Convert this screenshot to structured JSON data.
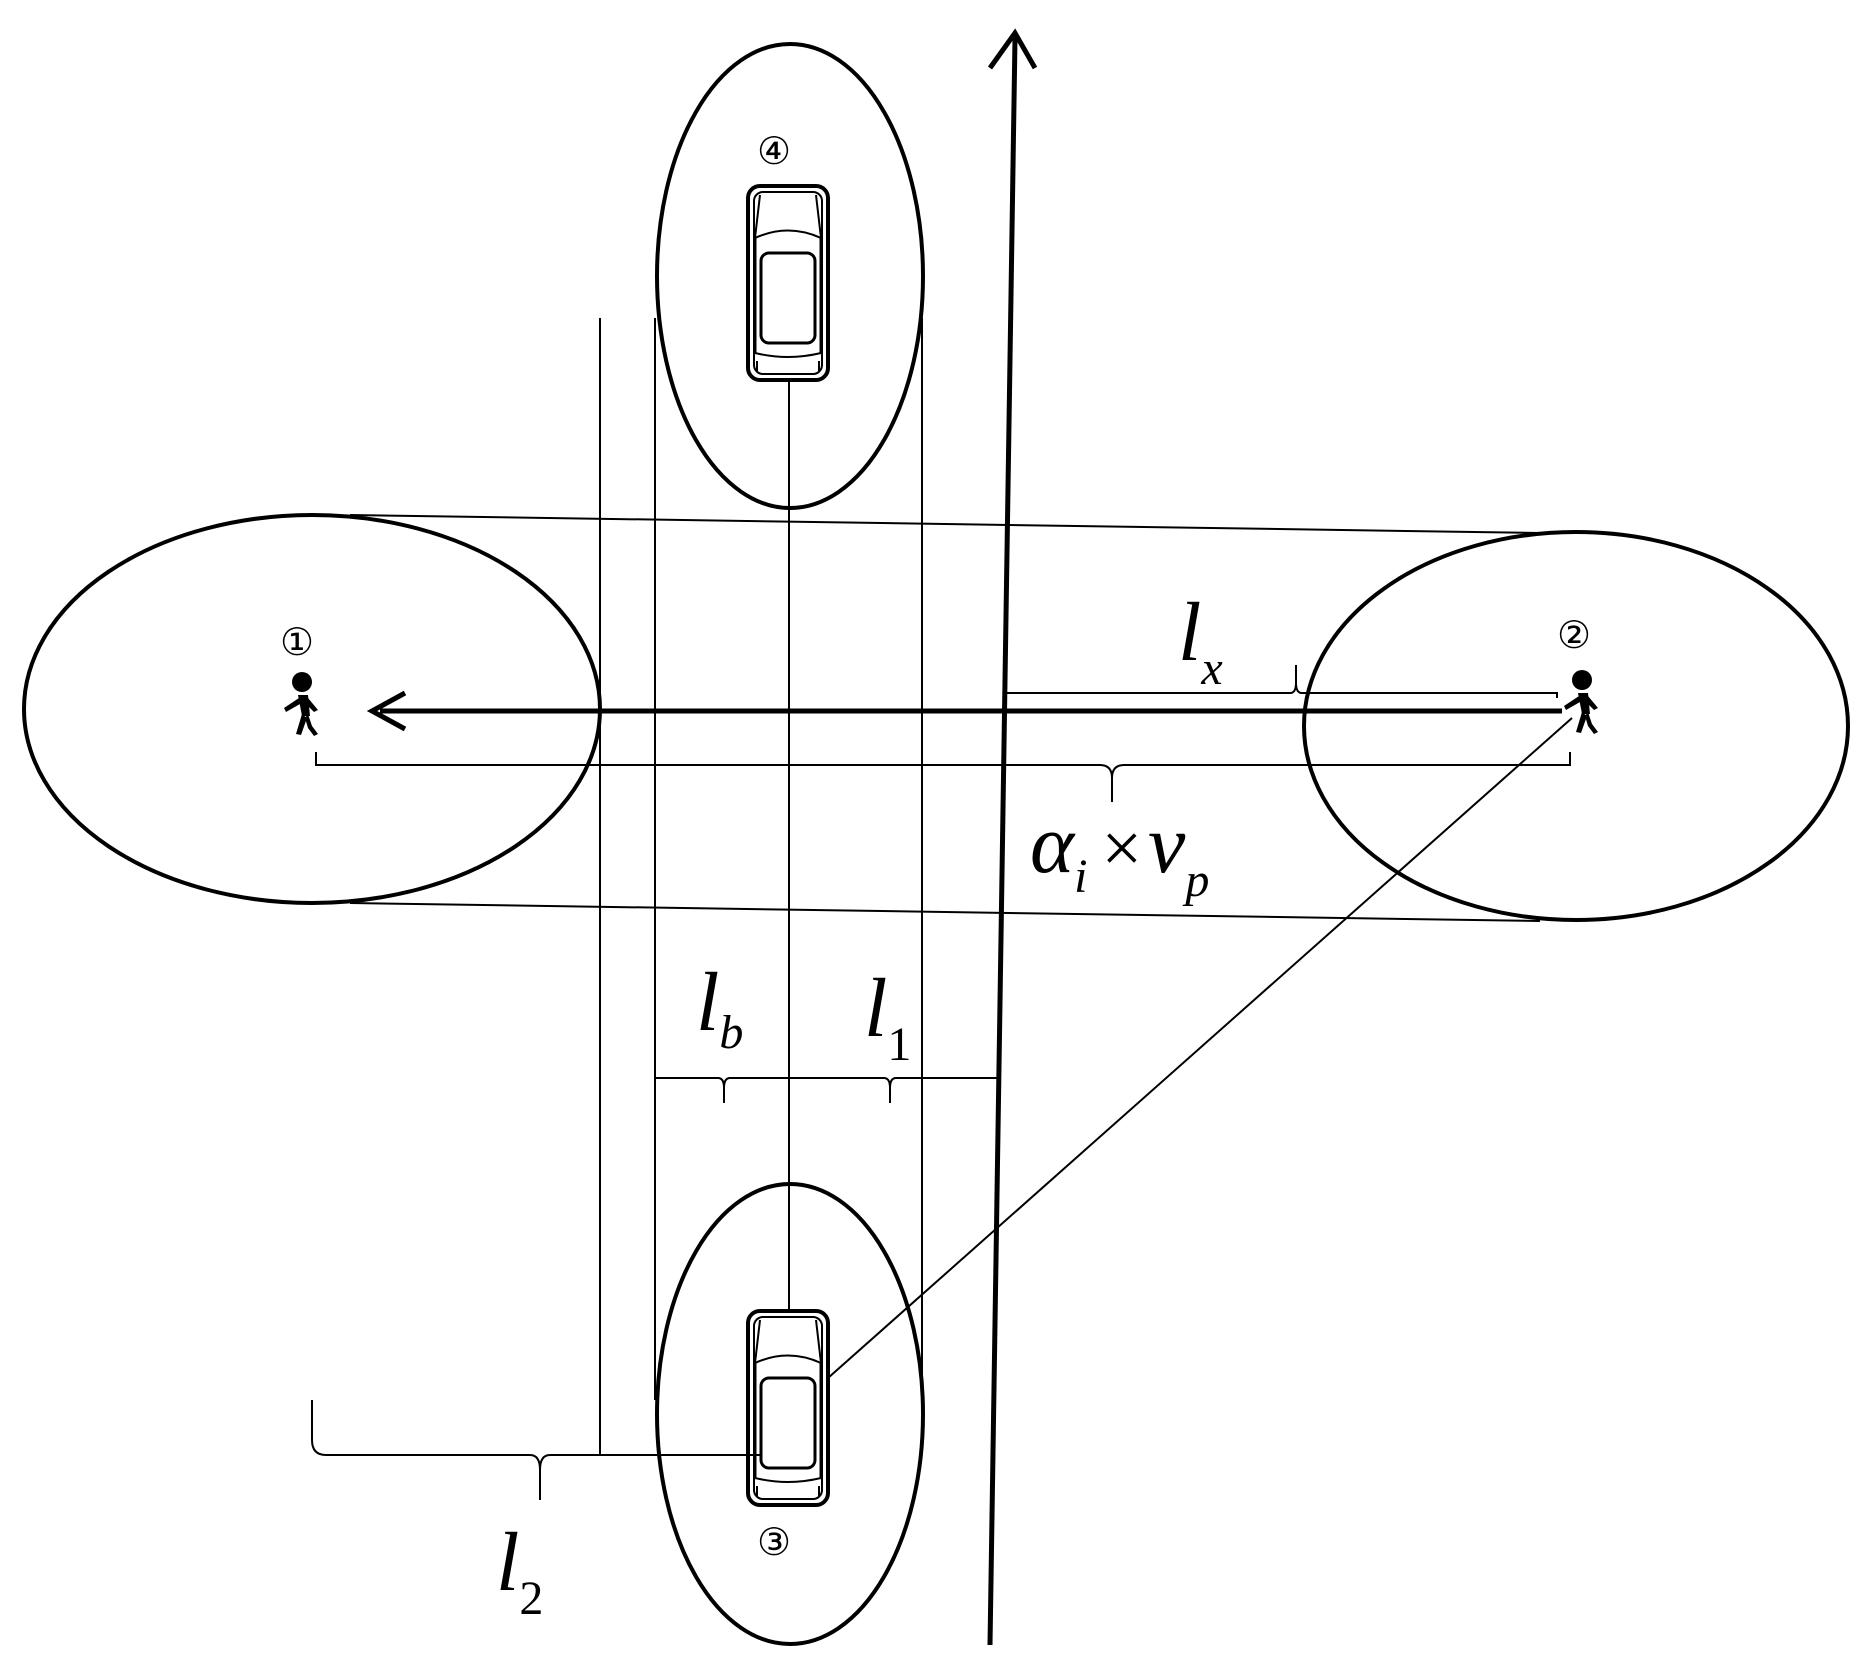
{
  "markers": {
    "m1": "①",
    "m2": "②",
    "m3": "③",
    "m4": "④"
  },
  "labels": {
    "lx": {
      "main": "l",
      "sub": "x"
    },
    "alpha_vp": {
      "alpha": "α",
      "alpha_sub": "i",
      "times": "×",
      "v": "v",
      "v_sub": "p"
    },
    "lb": {
      "main": "l",
      "sub": "b"
    },
    "l1": {
      "main": "l",
      "sub": "1"
    },
    "l2": {
      "main": "l",
      "sub": "2"
    }
  },
  "icons": {
    "pedestrian": "pedestrian-icon",
    "car": "car-topview-icon"
  },
  "colors": {
    "stroke": "#000000",
    "background": "#ffffff"
  }
}
